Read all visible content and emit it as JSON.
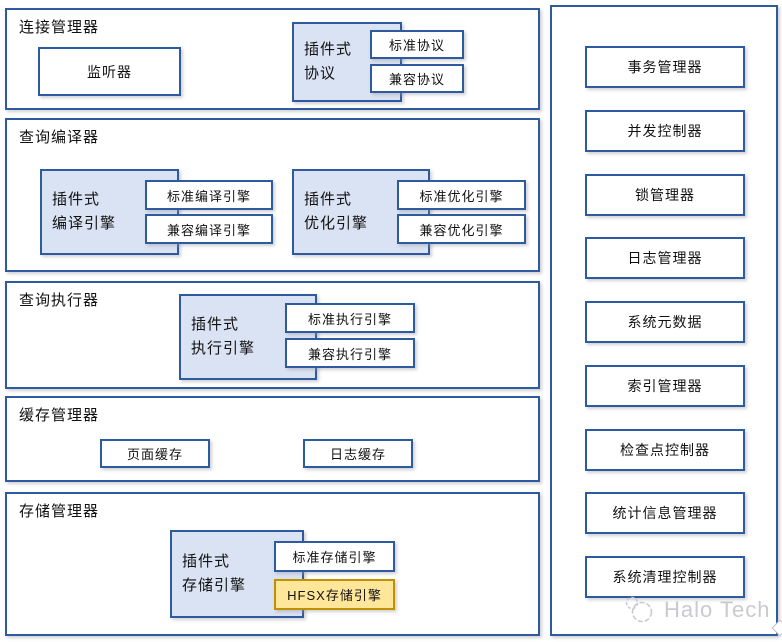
{
  "colors": {
    "border_blue": "#2e5b9f",
    "fill_light_blue": "#dae3f3",
    "fill_yellow": "#ffe699",
    "border_yellow": "#bf9000",
    "watermark_gray": "#c9c9d2"
  },
  "sections": {
    "connection": {
      "title": "连接管理器",
      "listener": "监听器",
      "plugin_box": "插件式\n协议",
      "engines": [
        "标准协议",
        "兼容协议"
      ]
    },
    "compiler": {
      "title": "查询编译器",
      "compile_plugin": "插件式\n编译引擎",
      "compile_engines": [
        "标准编译引擎",
        "兼容编译引擎"
      ],
      "optimize_plugin": "插件式\n优化引擎",
      "optimize_engines": [
        "标准优化引擎",
        "兼容优化引擎"
      ]
    },
    "executor": {
      "title": "查询执行器",
      "plugin_box": "插件式\n执行引擎",
      "engines": [
        "标准执行引擎",
        "兼容执行引擎"
      ]
    },
    "cache": {
      "title": "缓存管理器",
      "items": [
        "页面缓存",
        "日志缓存"
      ]
    },
    "storage": {
      "title": "存储管理器",
      "plugin_box": "插件式\n存储引擎",
      "standard_engine": "标准存储引擎",
      "hfsx_engine": "HFSX存储引擎"
    }
  },
  "right_column": {
    "items": [
      {
        "label": "事务管理器"
      },
      {
        "label": "并发控制器"
      },
      {
        "label": "锁管理器"
      },
      {
        "label": "日志管理器"
      },
      {
        "label": "系统元数据"
      },
      {
        "label": "索引管理器"
      },
      {
        "label": "检查点控制器"
      },
      {
        "label": "统计信息管理器"
      },
      {
        "label": "系统清理控制器"
      }
    ]
  },
  "watermark": {
    "brand": "Halo Tech"
  }
}
